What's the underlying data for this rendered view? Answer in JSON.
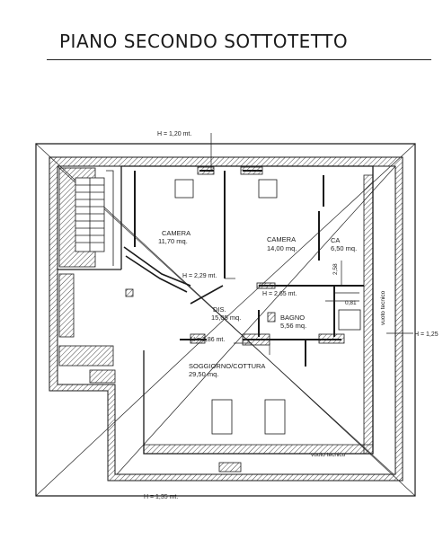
{
  "title": "PIANO SECONDO SOTTOTETTO",
  "rooms": {
    "camera1": {
      "name": "CAMERA",
      "area": "11,70 mq."
    },
    "camera2": {
      "name": "CAMERA",
      "area": "14,00 mq."
    },
    "closet": {
      "name": "CA",
      "area": "6,50 mq."
    },
    "dis": {
      "name": "DIS.",
      "area": "15,05 mq."
    },
    "bagno": {
      "name": "BAGNO",
      "area": "5,56 mq."
    },
    "soggiorno": {
      "name": "SOGGIORNO/COTTURA",
      "area": "29,50 mq."
    }
  },
  "heights": {
    "top": "H = 1,20 mt.",
    "h229": "H = 2,29 mt.",
    "h265": "H = 2,65 mt.",
    "h286": "H = 2,86 mt.",
    "h081": "0,81",
    "h258": "2,58",
    "right": "H = 1,25",
    "bottom": "H = 1,35 mt."
  },
  "notes": {
    "vuoto_right": "vuoto tecnico",
    "vuoto_bottom": "vuoto tecnico"
  },
  "colors": {
    "line": "#1a1a1a",
    "hatch": "#333333"
  }
}
